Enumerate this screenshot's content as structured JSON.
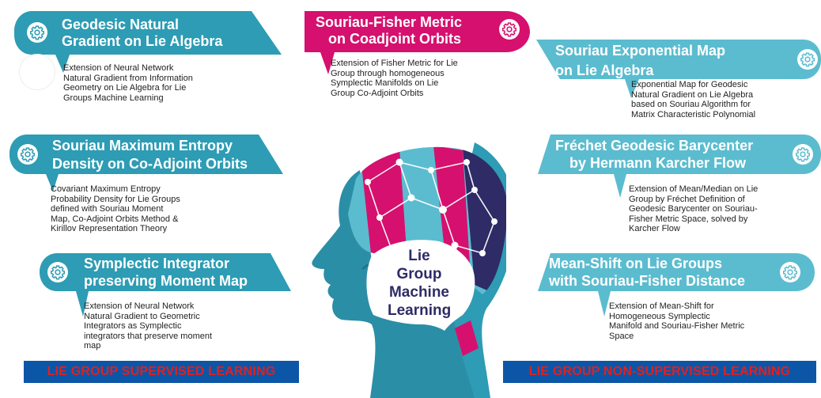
{
  "banners": [
    {
      "id": "geodesic",
      "line1": "Geodesic Natural",
      "line2": "Gradient on Lie Algebra",
      "desc": [
        "Extension of Neural Network",
        "Natural Gradient from Information",
        "Geometry on Lie Algebra for Lie",
        "Groups Machine Learning"
      ],
      "color": "#2d9cb4",
      "icon": "gear-icon"
    },
    {
      "id": "souriau-fisher",
      "line1": "Souriau-Fisher Metric",
      "line2": "on Coadjoint Orbits",
      "desc": [
        "Extension of Fisher Metric for Lie",
        "Group through homogeneous",
        "Symplectic Manifolds on Lie",
        "Group Co-Adjoint Orbits"
      ],
      "color": "#d6106e",
      "icon": "gear-icon"
    },
    {
      "id": "exponential",
      "line1": "Souriau Exponential Map",
      "line2": "on Lie Algebra",
      "desc": [
        "Exponential Map for Geodesic",
        "Natural Gradient on Lie Algebra",
        "based on Souriau Algorithm for",
        "Matrix Characteristic Polynomial"
      ],
      "color": "#5bbccf",
      "icon": "gear-icon"
    },
    {
      "id": "max-entropy",
      "line1": "Souriau Maximum Entropy",
      "line2": "Density on Co-Adjoint Orbits",
      "desc": [
        "Covariant Maximum Entropy",
        "Probability Density for Lie Groups",
        "defined with Souriau Moment",
        "Map, Co-Adjoint Orbits Method &",
        "Kirillov Representation Theory"
      ],
      "color": "#2d9cb4",
      "icon": "gear-icon"
    },
    {
      "id": "frechet",
      "line1": "Fréchet Geodesic Barycenter",
      "line2": "by Hermann Karcher Flow",
      "desc": [
        "Extension of Mean/Median on Lie",
        "Group by Fréchet Definition of",
        "Geodesic Barycenter on Souriau-",
        "Fisher Metric Space, solved by",
        "Karcher Flow"
      ],
      "color": "#5bbccf",
      "icon": "gear-icon"
    },
    {
      "id": "symplectic",
      "line1": "Symplectic Integrator",
      "line2": "preserving Moment Map",
      "desc": [
        "Extension of Neural Network",
        "Natural Gradient to Geometric",
        "Integrators as Symplectic",
        "integrators that preserve moment",
        "map"
      ],
      "color": "#2d9cb4",
      "icon": "gear-icon"
    },
    {
      "id": "mean-shift",
      "line1": "Mean-Shift on Lie Groups",
      "line2": "with Souriau-Fisher Distance",
      "desc": [
        "Extension of Mean-Shift for",
        "Homogeneous Symplectic",
        "Manifold and Souriau-Fisher Metric",
        "Space"
      ],
      "color": "#5bbccf",
      "icon": "gear-icon"
    }
  ],
  "center": {
    "lines": [
      "Lie",
      "Group",
      "Machine",
      "Learning"
    ],
    "text_color": "#2e2b67"
  },
  "footers": {
    "left": "LIE GROUP SUPERVISED LEARNING",
    "right": "LIE GROUP NON-SUPERVISED LEARNING",
    "bg_color": "#0c56a8",
    "text_color": "#e0201f"
  },
  "colors": {
    "teal": "#2d9cb4",
    "light_teal": "#5bbccf",
    "magenta": "#d6106e",
    "navy": "#2e2b67"
  }
}
